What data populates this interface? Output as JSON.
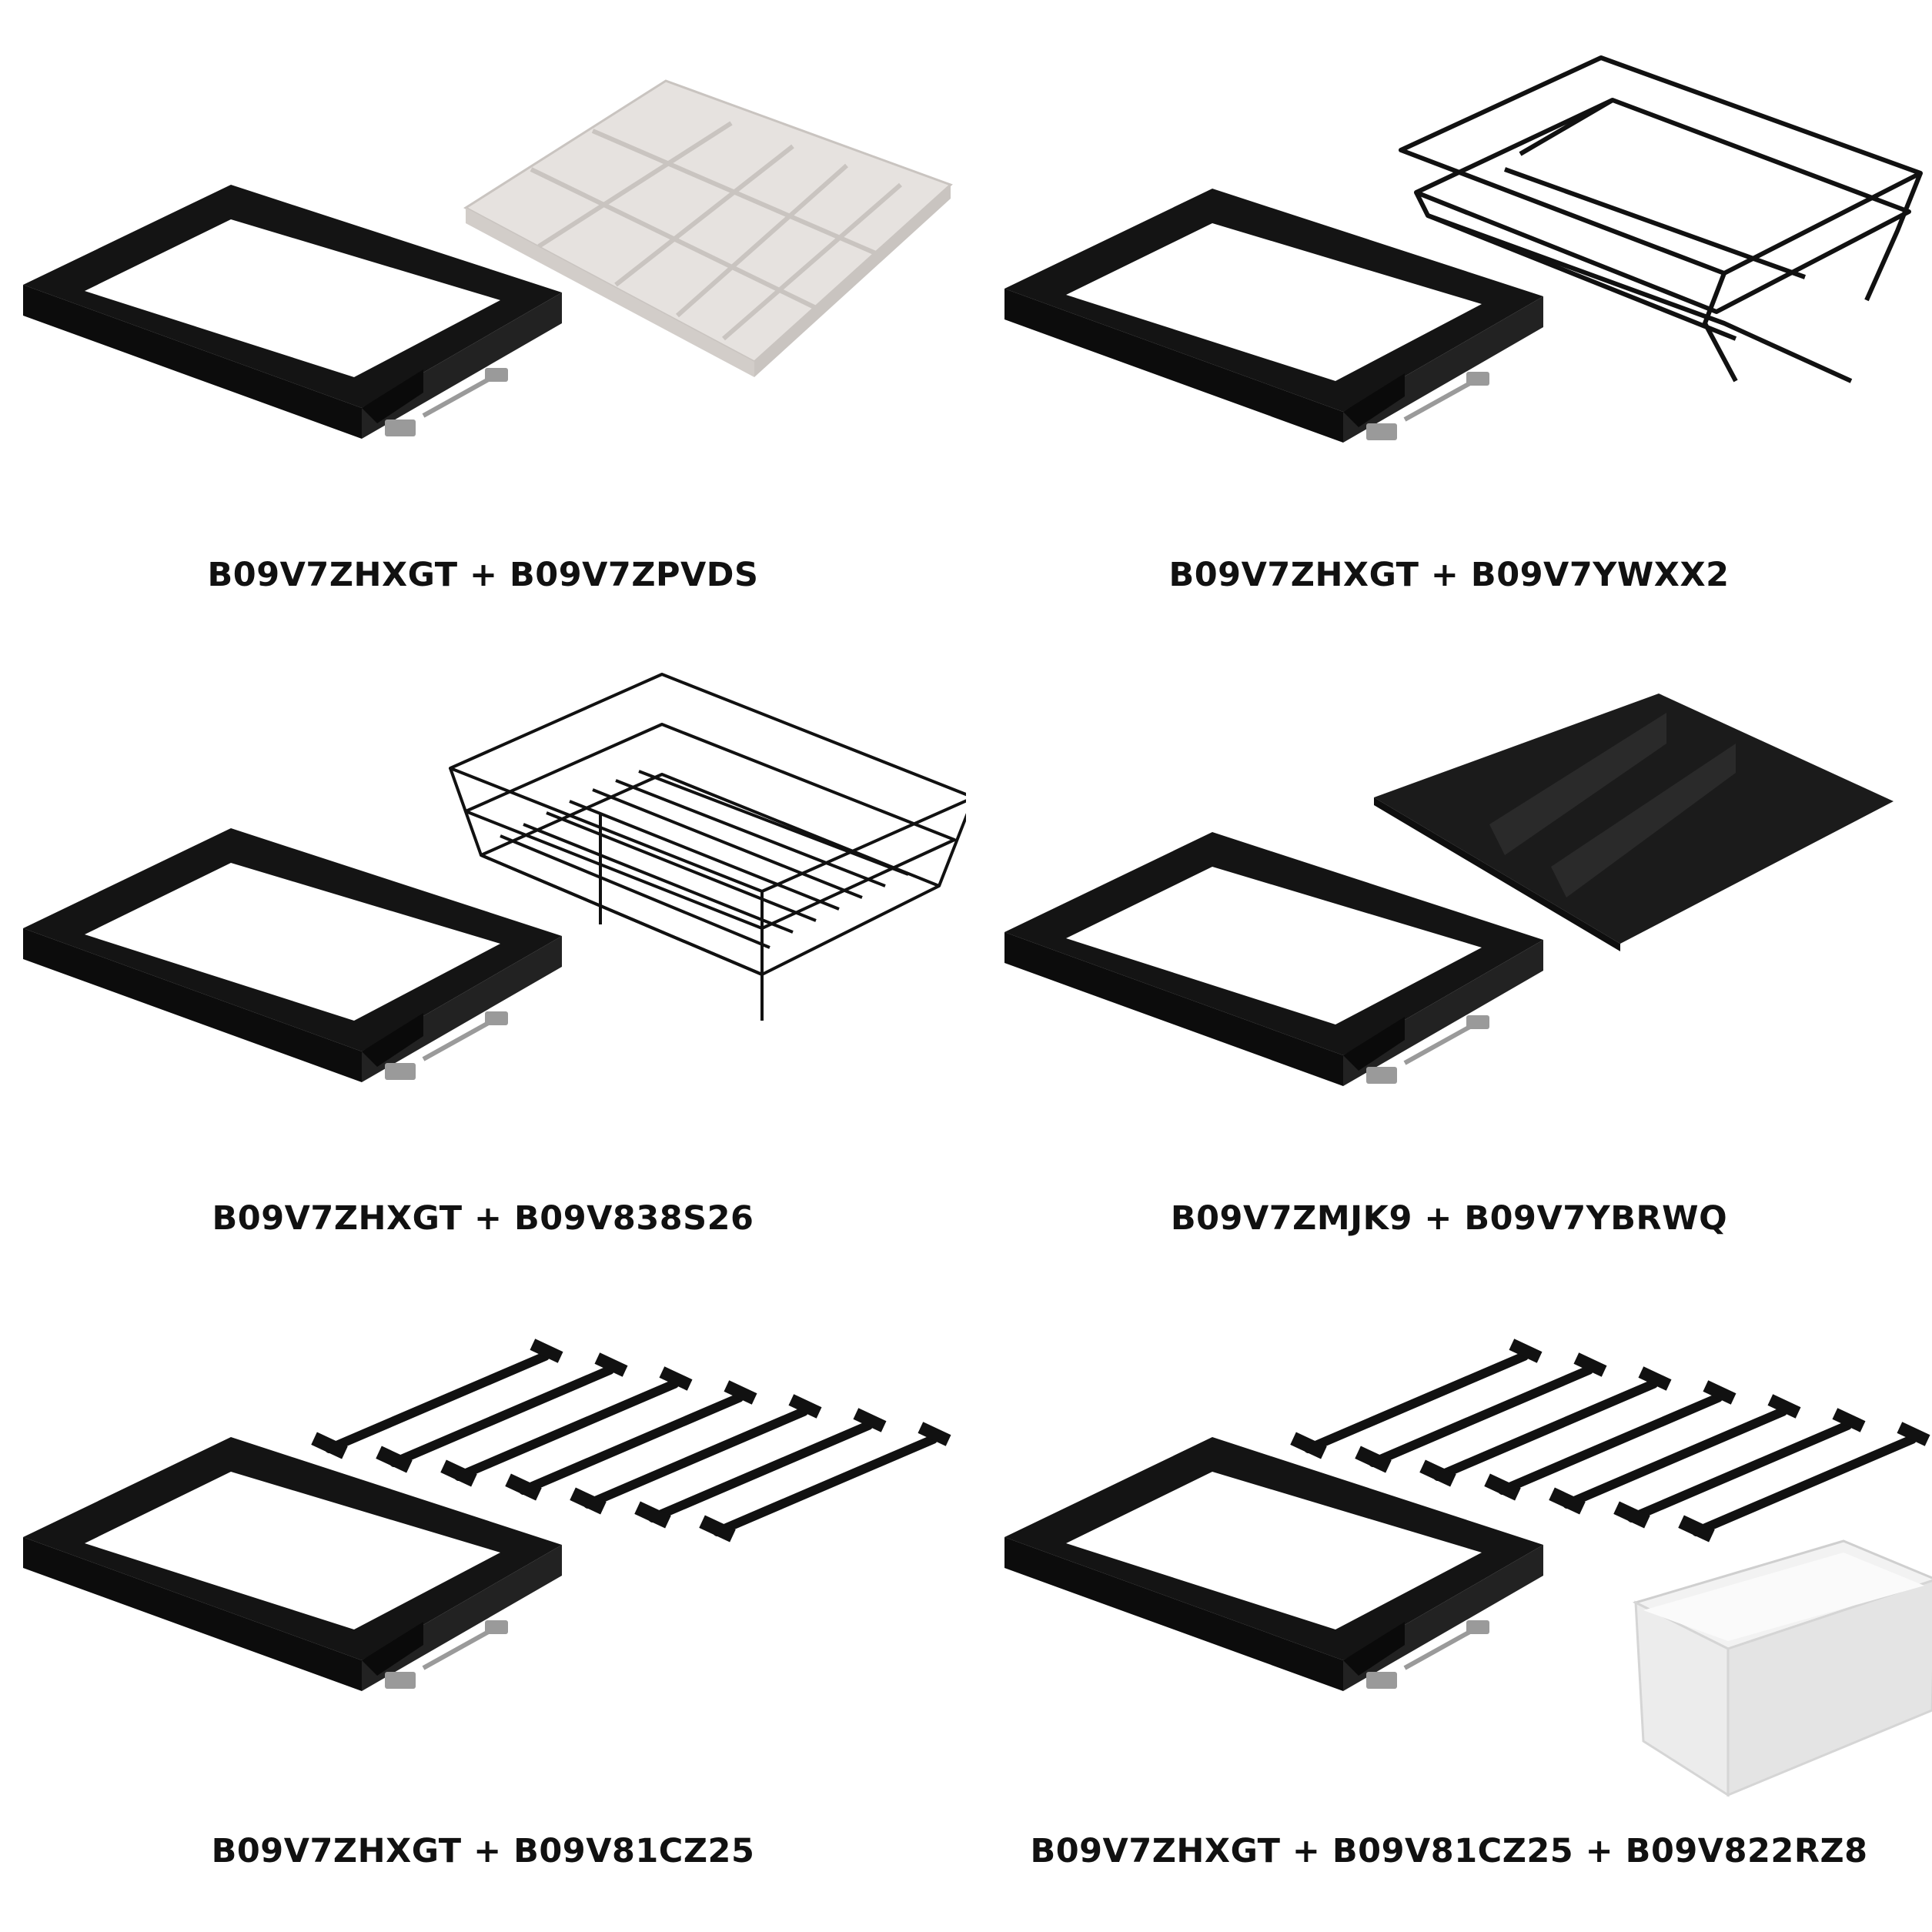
{
  "colors": {
    "frame": "#141414",
    "slide": "#9a9a9a",
    "insert_light": "#e6e2df",
    "wire": "#111111",
    "tray": "#1b1b1b",
    "bin": "#f2f2f2"
  },
  "panels": [
    {
      "caption": "B09V7ZHXGT + B09V7ZPVDS",
      "accessory": "cutlery-insert"
    },
    {
      "caption": "B09V7ZHXGT + B09V7YWXX2",
      "accessory": "shoe-rack"
    },
    {
      "caption": "B09V7ZHXGT + B09V838S26",
      "accessory": "wire-basket"
    },
    {
      "caption": "B09V7ZMJK9 + B09V7YBRWQ",
      "accessory": "divider-tray"
    },
    {
      "caption": "B09V7ZHXGT + B09V81CZ25",
      "accessory": "trouser-bars"
    },
    {
      "caption": "B09V7ZHXGT + B09V81CZ25 + B09V822RZ8",
      "accessory": "trouser-bars-with-bin"
    }
  ]
}
